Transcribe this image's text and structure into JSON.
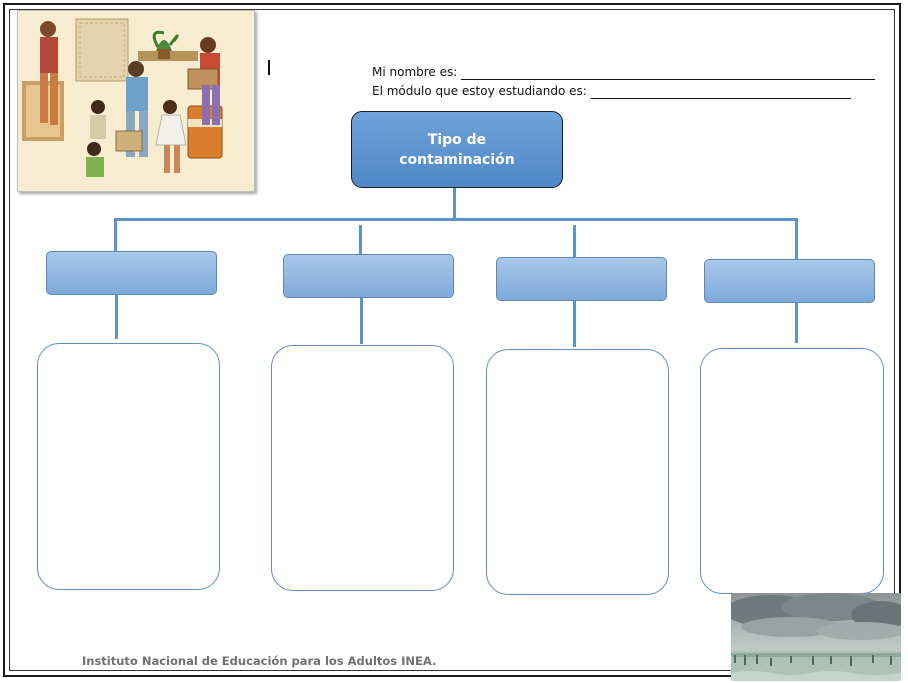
{
  "form": {
    "name_label": "Mi nombre es:",
    "module_label": "El módulo que estoy estudiando  es:"
  },
  "diagram": {
    "root_label": "Tipo de contaminación",
    "categories": [
      {
        "label": "",
        "content": ""
      },
      {
        "label": "",
        "content": ""
      },
      {
        "label": "",
        "content": ""
      },
      {
        "label": "",
        "content": ""
      }
    ]
  },
  "images": {
    "top_left": "family-recycling-illustration",
    "bottom_right": "storm-sky-photo"
  },
  "footer": {
    "institution": "Instituto Nacional de Educación para los Adultos INEA."
  },
  "colors": {
    "box_blue": "#4f87c7",
    "category_blue": "#a9c8ea",
    "connector_blue": "#5b94cc"
  }
}
